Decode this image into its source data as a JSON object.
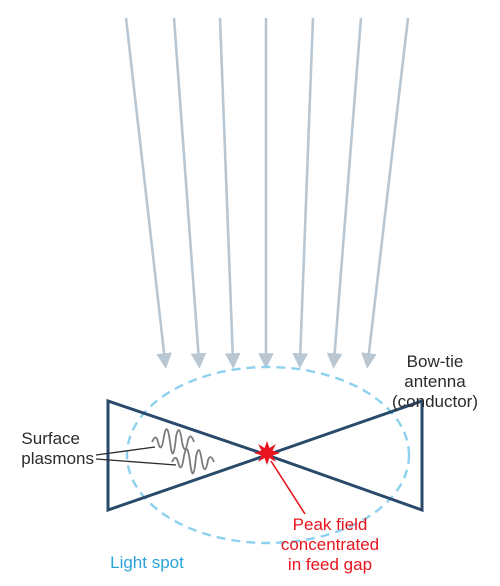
{
  "labels": {
    "antenna_line1": "Bow-tie",
    "antenna_line2": "antenna",
    "antenna_line3": "(conductor)",
    "plasmons_line1": "Surface",
    "plasmons_line2": "plasmons",
    "peak_line1": "Peak field",
    "peak_line2": "concentrated",
    "peak_line3": "in feed gap",
    "light_spot": "Light spot"
  },
  "colors": {
    "arrow": "#b9c7d2",
    "antenna": "#2a4a6c",
    "light_spot": "#8ed1ee",
    "plasmon": "#7b7b7b",
    "peak": "#e8141e",
    "light_spot_text": "#2aa3d8",
    "text": "#2b2b2b"
  },
  "icons": {
    "incident_light": "arrow-down-icon",
    "peak_field": "starburst-icon"
  }
}
